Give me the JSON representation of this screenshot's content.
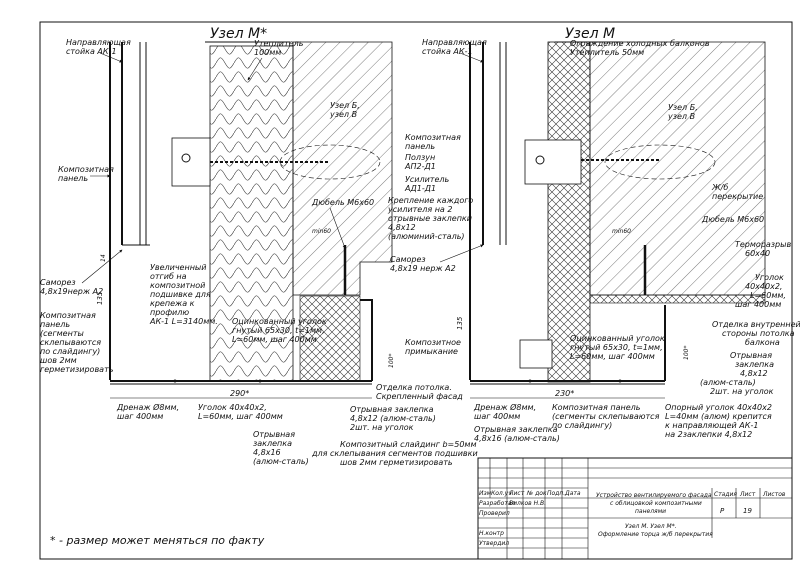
{
  "left": {
    "title": "Узел М*",
    "labels": {
      "rail": [
        "Направляющая",
        "стойка АК-1"
      ],
      "insulation": [
        "Утеплитель",
        "100мм"
      ],
      "node_b": [
        "Узел Б,",
        "узел В"
      ],
      "panel": [
        "Композитная",
        "панель"
      ],
      "dowel": "Дюбель М6х60",
      "min": "min60",
      "screw": [
        "Саморез",
        "4,8х19нерж А2"
      ],
      "bracket_long": [
        "Увеличенный",
        "отгиб на",
        "композитной",
        "подшивке для",
        "крепежа к",
        "профилю",
        "АК-1 L=3140мм."
      ],
      "galv_angle": [
        "Оцинкованный уголок",
        "гнутый 65х30, t=1мм,",
        "L=60мм, шаг 400мм"
      ],
      "panel_seg": [
        "Композитная",
        "панель",
        "(сегменты",
        "склепываются",
        "по слайдингу)",
        "шов 2мм",
        "герметизировать"
      ],
      "drain": [
        "Дренаж Ø8мм,",
        "шаг 400мм"
      ],
      "angle_40": [
        "Уголок 40х40х2,",
        "L=60мм, шаг 400мм"
      ],
      "rivet_16": [
        "Отрывная",
        "заклепка",
        "4,8х16",
        "(алюм-сталь)"
      ],
      "ceiling": [
        "Отделка потолка.",
        "Скрепленный фасад"
      ],
      "rivet_12": [
        "Отрывная заклепка",
        "4,8х12 (алюм-сталь)",
        "2шт. на уголок"
      ],
      "sliding": [
        "Композитный слайдинг b=50мм",
        "для склепывания сегментов подшивки",
        "шов 2мм герметизировать"
      ],
      "dim_290": "290*",
      "dim_135": "135",
      "dim_14": "14",
      "dim_100": "100*"
    }
  },
  "right": {
    "title": "Узел М",
    "labels": {
      "rail": [
        "Направляющая",
        "стойка АК-1"
      ],
      "enclosure": [
        "Ограждение холодных балконов",
        "Утеплитель 50мм"
      ],
      "node_b": [
        "Узел Б,",
        "узел В"
      ],
      "panel": [
        "Композитная",
        "панель"
      ],
      "slider": [
        "Ползун",
        "АП2-Д1"
      ],
      "reinforcer": [
        "Усилитель",
        "АД1-Д1"
      ],
      "fastening": [
        "Крепление каждого",
        "усилителя на 2",
        "отрывные заклепки",
        "4,8х12",
        "(алюминий-сталь)"
      ],
      "screw": [
        "Саморез",
        "4,8х19 нерж А2"
      ],
      "slab": [
        "Ж/б",
        "перекрытие"
      ],
      "dowel": "Дюбель М6х60",
      "min": "min60",
      "thermal": [
        "Терморазрыв",
        "60х40"
      ],
      "angle_40": [
        "Уголок",
        "40х40х2,",
        "L=60мм,",
        "шаг 400мм"
      ],
      "inner_finish": [
        "Отделка внутренней",
        "стороны потолка",
        "балкона"
      ],
      "composite_joint": [
        "Композитное",
        "примыкание"
      ],
      "galv_angle": [
        "Оцинкованный уголок",
        "гнутый 65х30, t=1мм,",
        "L=60мм, шаг 400мм"
      ],
      "rivet_12": [
        "Отрывная",
        "заклепка",
        "4,8х12",
        "(алюм-сталь)",
        "2шт. на уголок"
      ],
      "drain": [
        "Дренаж Ø8мм,",
        "шаг 400мм"
      ],
      "rivet_16": [
        "Отрывная заклепка",
        "4,8х16 (алюм-сталь)"
      ],
      "panel_seg": [
        "Композитная панель",
        "(сегменты склепываются",
        "по слайдингу)"
      ],
      "support": [
        "Опорный уголок 40х40х2",
        "L=40мм (алюм) крепится",
        "к направляющей АК-1",
        "на 2заклепки 4,8х12"
      ],
      "dim_230": "230*",
      "dim_135": "135",
      "dim_100": "100*"
    }
  },
  "note": "* - размер может меняться по факту",
  "stamp": {
    "cols": [
      "Изм",
      "Кол.уч",
      "Лист",
      "№ док",
      "Подп.",
      "Дата"
    ],
    "rows": [
      "Разработал",
      "Проверил",
      "",
      "Н.контр",
      "Утвердил"
    ],
    "developer": "Вилков Н.В.",
    "project": [
      "Устройство вентилируемого фасада",
      "с облицовкой композитными",
      "панелями"
    ],
    "sheet_title": [
      "Узел М. Узел М*.",
      "Оформление торца ж/б перекрытия"
    ],
    "stage_hdr": [
      "Стадия",
      "Лист",
      "Листов"
    ],
    "stage": "Р",
    "sheet": "19",
    "sheets": ""
  }
}
